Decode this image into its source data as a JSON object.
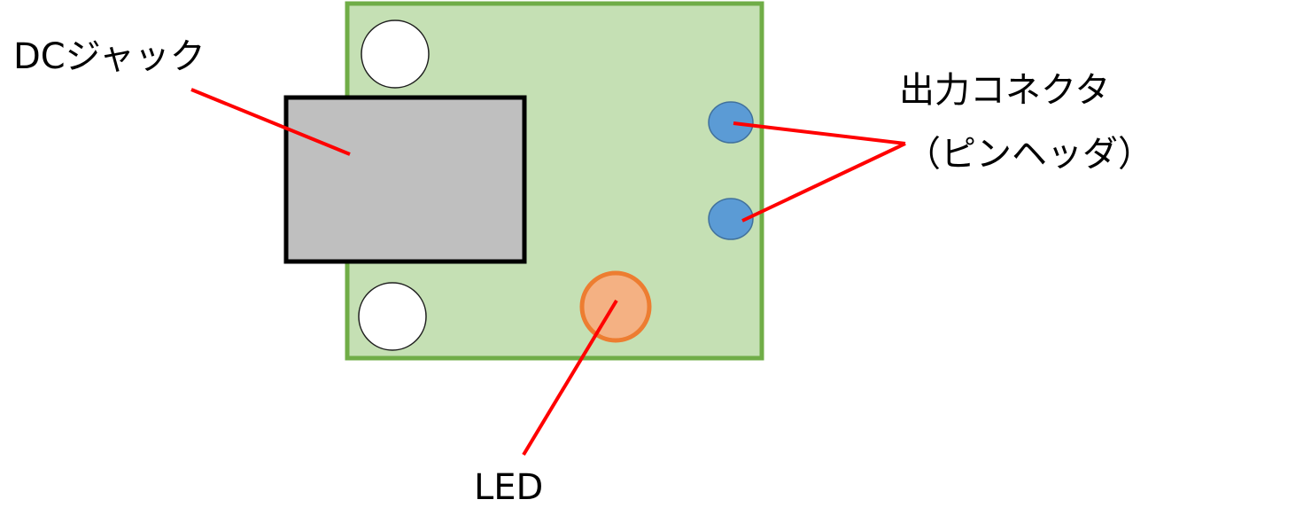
{
  "labels": {
    "dc_jack": "DCジャック",
    "output_connector_line1": "出力コネクタ",
    "output_connector_line2": "（ピンヘッダ）",
    "led": "LED"
  },
  "colors": {
    "board_fill": "#c5e0b4",
    "board_stroke": "#70ad47",
    "jack_fill": "#bfbfbf",
    "jack_stroke": "#000000",
    "pin_fill": "#5b9bd5",
    "pin_stroke": "#41719c",
    "led_fill": "#f4b183",
    "led_stroke": "#ed7d31",
    "leader_line": "#ff0000"
  }
}
